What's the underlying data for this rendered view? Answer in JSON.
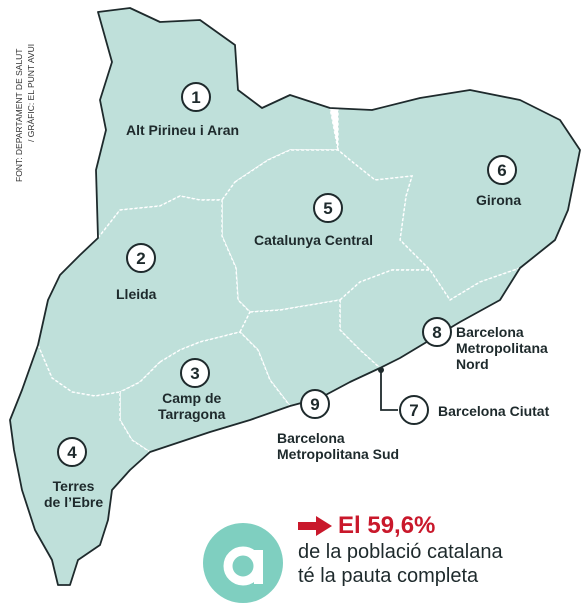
{
  "source_credit": {
    "line1": "FONT: DEPARTAMENT DE SALUT",
    "line2": "/ GRÀFIC: EL PUNT AVUI"
  },
  "regions": [
    {
      "number": "1",
      "name": "Alt Pirineu i Aran"
    },
    {
      "number": "2",
      "name": "Lleida"
    },
    {
      "number": "3",
      "name_lines": [
        "Camp de",
        "Tarragona"
      ]
    },
    {
      "number": "4",
      "name_lines": [
        "Terres",
        "de l’Ebre"
      ]
    },
    {
      "number": "5",
      "name": "Catalunya Central"
    },
    {
      "number": "6",
      "name": "Girona"
    },
    {
      "number": "7",
      "name": "Barcelona Ciutat"
    },
    {
      "number": "8",
      "name_lines": [
        "Barcelona",
        "Metropolitana",
        "Nord"
      ]
    },
    {
      "number": "9",
      "name_lines": [
        "Barcelona",
        "Metropolitana Sud"
      ]
    }
  ],
  "stat": {
    "value": "El 59,6%",
    "line1": "de la població catalana",
    "line2": "té la pauta completa"
  },
  "colors": {
    "land": "#bfe0da",
    "outline": "#1e2a2c",
    "accent": "#c9182b",
    "logo": "#7fcfc0"
  },
  "icons": {
    "arrow": "right-arrow-icon",
    "logo": "at-sign-logo"
  }
}
